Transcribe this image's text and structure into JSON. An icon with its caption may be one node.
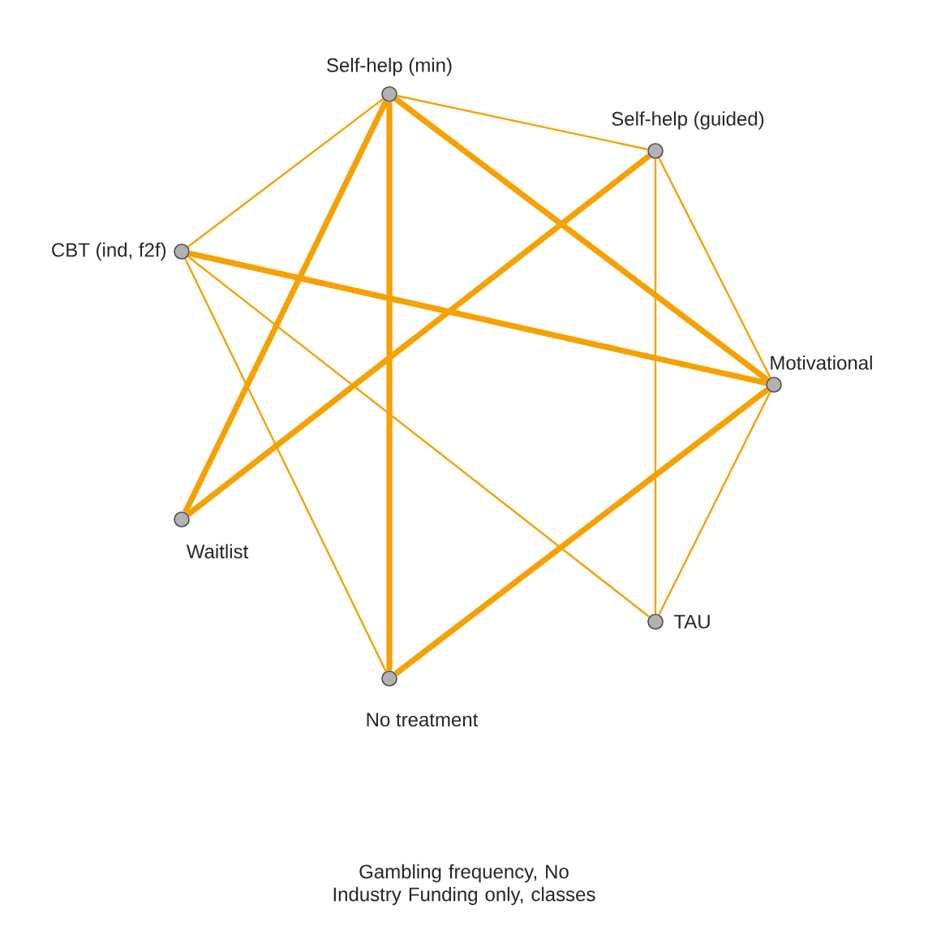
{
  "diagram": {
    "caption": "Gambling frequency, No Industry Funding only, classes",
    "nodes": [
      {
        "text": [
          "Self-help (min)"
        ]
      },
      {
        "text": [
          "Self-help (guided)"
        ]
      },
      {
        "text": [
          "Motivational"
        ]
      },
      {
        "text": [
          "TAU"
        ]
      },
      {
        "text": [
          "No treatment"
        ]
      },
      {
        "text": [
          "Waitlist"
        ]
      },
      {
        "text": [
          "CBT (ind, f2f)"
        ]
      }
    ],
    "edges": [
      {
        "from": 0,
        "to": 1,
        "arrow": "none"
      },
      {
        "from": 0,
        "to": 6,
        "arrow": "none"
      },
      {
        "from": 0,
        "to": 2,
        "arrow": "none",
        "style": "thick"
      },
      {
        "from": 0,
        "to": 5,
        "arrow": "none",
        "style": "thick"
      },
      {
        "from": 0,
        "to": 4,
        "arrow": "none",
        "style": "thick"
      },
      {
        "from": 1,
        "to": 2,
        "arrow": "none"
      },
      {
        "from": 1,
        "to": 3,
        "arrow": "none"
      },
      {
        "from": 1,
        "to": 5,
        "arrow": "none",
        "style": "thick"
      },
      {
        "from": 6,
        "to": 2,
        "arrow": "none",
        "style": "thick"
      },
      {
        "from": 6,
        "to": 3,
        "arrow": "none"
      },
      {
        "from": 6,
        "to": 4,
        "arrow": "none"
      },
      {
        "from": 2,
        "to": 3,
        "arrow": "none"
      },
      {
        "from": 2,
        "to": 4,
        "arrow": "none",
        "style": "thick"
      }
    ]
  }
}
